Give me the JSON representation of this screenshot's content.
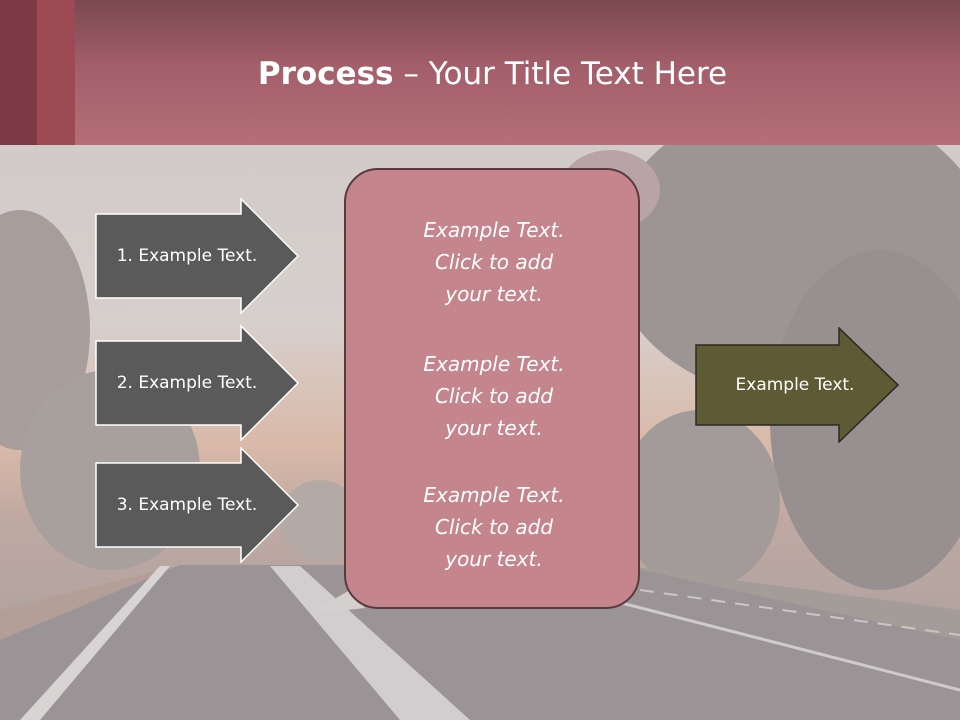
{
  "slide": {
    "title_bold": "Process",
    "title_rest": " – Your Title Text Here"
  },
  "left_arrows": [
    {
      "label": "1. Example Text."
    },
    {
      "label": "2. Example Text."
    },
    {
      "label": "3. Example Text."
    }
  ],
  "center_box": {
    "blocks": [
      {
        "line1": "Example Text.",
        "line2": "Click  to add",
        "line3": "your text."
      },
      {
        "line1": "Example Text.",
        "line2": "Click  to add",
        "line3": "your text."
      },
      {
        "line1": "Example Text.",
        "line2": "Click  to add",
        "line3": "your text."
      }
    ]
  },
  "right_arrow": {
    "label": "Example Text."
  },
  "colors": {
    "header": "#b66f79",
    "left_arrow_fill": "#5a5a5a",
    "center_box_fill": "#c4858d",
    "right_arrow_fill": "#5e5a34"
  }
}
